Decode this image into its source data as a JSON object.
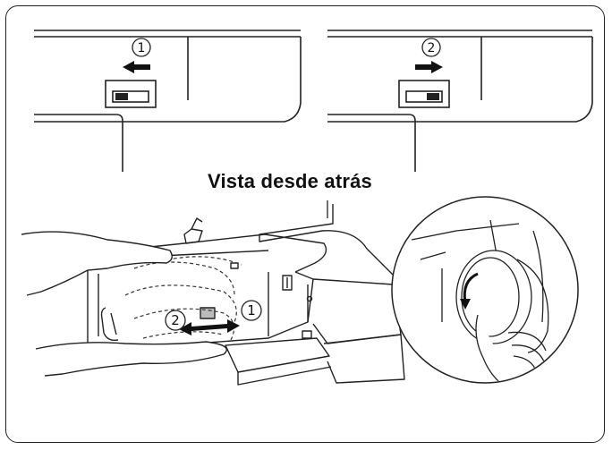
{
  "caption": "Vista desde atrás",
  "step_labels": {
    "one": "1",
    "two": "2"
  },
  "colors": {
    "line": "#222222",
    "fill": "#ffffff",
    "arrow": "#111111"
  },
  "icons": {
    "arrow_left": "arrow-left-icon",
    "arrow_right": "arrow-right-icon",
    "rotate": "rotate-counter-clockwise-icon"
  }
}
